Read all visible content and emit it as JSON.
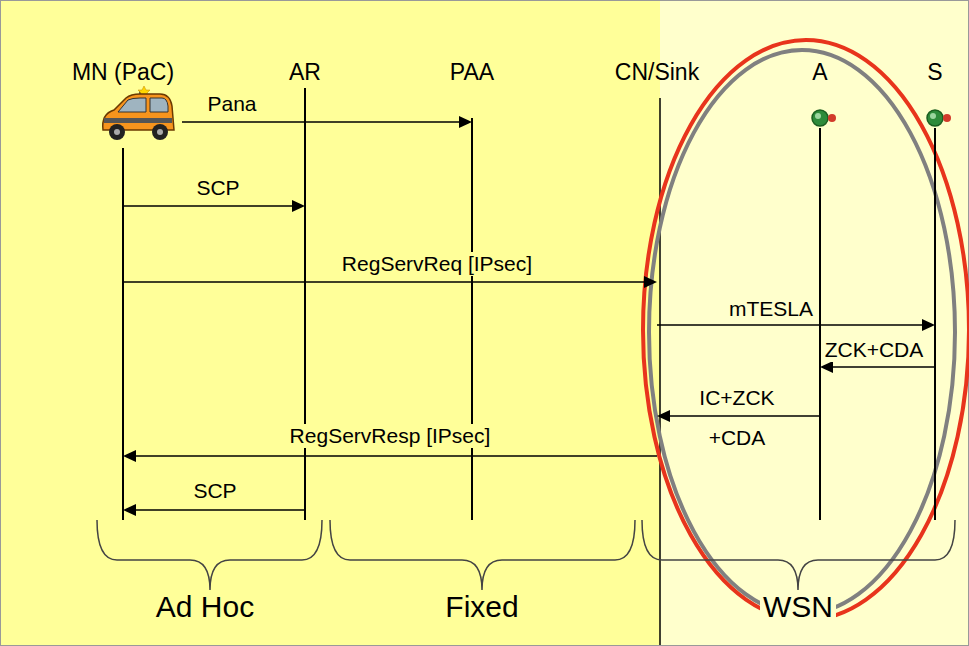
{
  "diagram": {
    "nodes": [
      {
        "text": [
          "MN (PaC)"
        ]
      },
      {
        "text": [
          "AR"
        ]
      },
      {
        "text": [
          "PAA"
        ]
      },
      {
        "text": [
          "CN/Sink"
        ]
      },
      {
        "text": [
          "A"
        ]
      },
      {
        "text": [
          "S"
        ]
      }
    ],
    "edges": [
      {
        "from": 0,
        "to": 2,
        "label": "Pana",
        "arrow": "to"
      },
      {
        "from": 0,
        "to": 1,
        "label": "SCP",
        "arrow": "to"
      },
      {
        "from": 0,
        "to": 3,
        "label": "RegServReq [IPsec]",
        "arrow": "to"
      },
      {
        "from": 3,
        "to": 5,
        "label": "mTESLA",
        "arrow": "to"
      },
      {
        "from": 5,
        "to": 4,
        "label": "ZCK+CDA",
        "arrow": "to"
      },
      {
        "from": 4,
        "to": 3,
        "label": "IC+ZCK +CDA",
        "arrow": "to"
      },
      {
        "from": 3,
        "to": 0,
        "label": "RegServResp [IPsec]",
        "arrow": "to"
      },
      {
        "from": 1,
        "to": 0,
        "label": "SCP",
        "arrow": "to"
      }
    ],
    "labels": [
      "Ad Hoc",
      "Fixed",
      "WSN"
    ]
  }
}
